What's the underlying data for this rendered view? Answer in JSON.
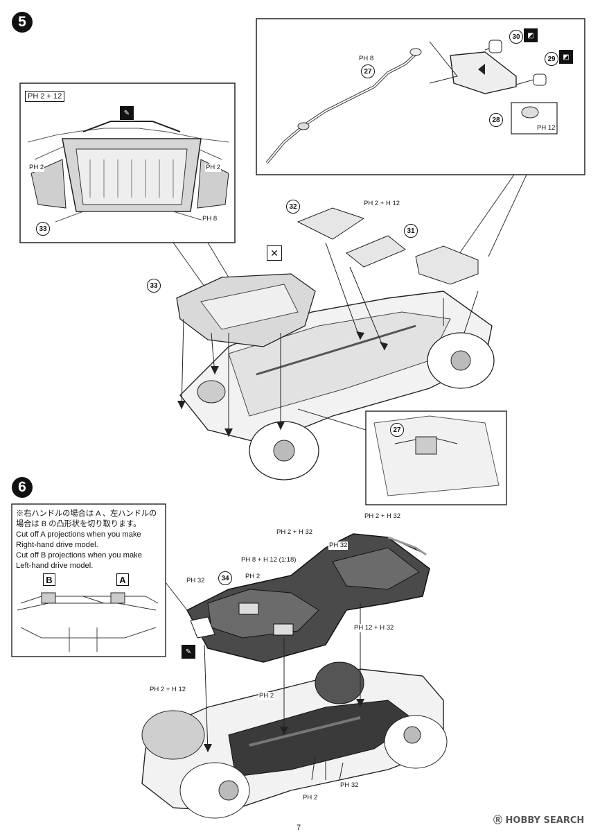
{
  "steps": {
    "five": "5",
    "six": "6"
  },
  "parts": {
    "p27": "27",
    "p28": "28",
    "p29": "29",
    "p30": "30",
    "p31": "31",
    "p32": "32",
    "p33": "33",
    "p34": "34"
  },
  "glue": {
    "ph2_12_box": "PH 2 + 12",
    "ph2": "PH 2",
    "ph8": "PH 8",
    "ph12": "PH 12",
    "ph2_h12": "PH 2 + H 12",
    "ph2_h32": "PH 2 + H 32",
    "ph32": "PH 32",
    "ph8_h12_ratio": "PH 8 + H 12 (1:18)",
    "ph12_h32": "PH 12 + H 32"
  },
  "note": {
    "jp_line1": "※右ハンドルの場合は A 、左ハンドルの",
    "jp_line2": "場合は B の凸形状を切り取ります。",
    "en_line1": "Cut off A projections when you make",
    "en_line2": "Right-hand drive model.",
    "en_line3": "Cut off B projections when you make",
    "en_line4": "Left-hand drive model."
  },
  "labels": {
    "a": "A",
    "b": "B"
  },
  "watermark": {
    "brand": "HOBBY SEARCH"
  },
  "page_number": "7"
}
